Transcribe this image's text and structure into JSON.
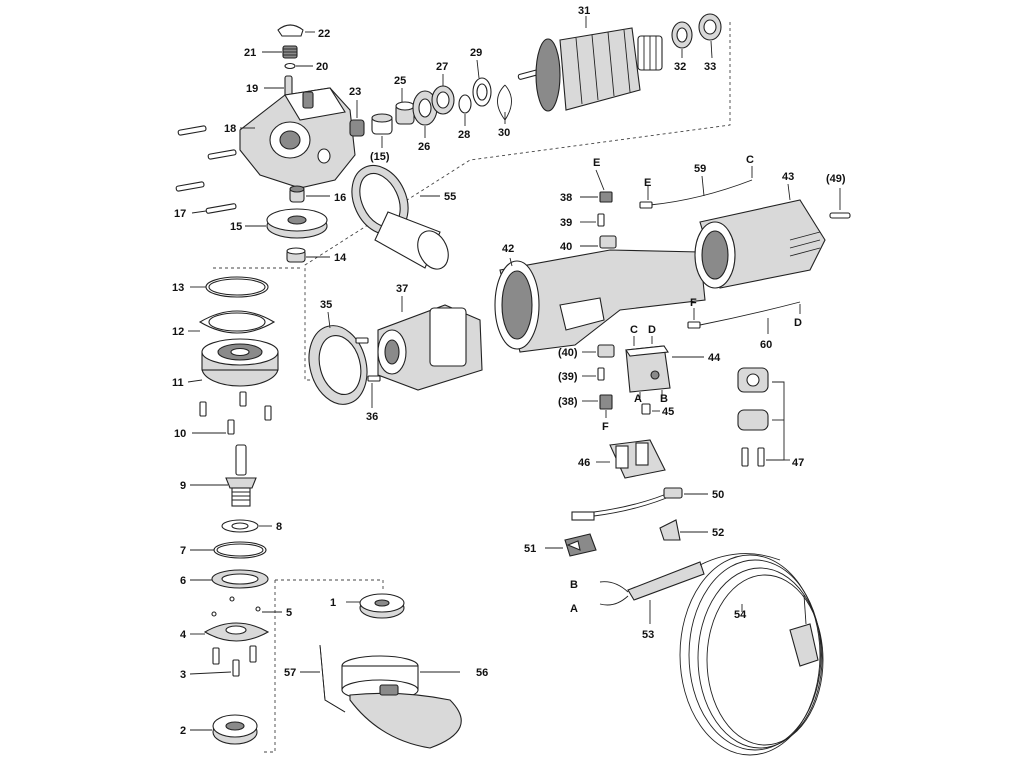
{
  "labels": {
    "p1": "1",
    "p2": "2",
    "p3": "3",
    "p4": "4",
    "p5": "5",
    "p6": "6",
    "p7": "7",
    "p8": "8",
    "p9": "9",
    "p10": "10",
    "p11": "11",
    "p12": "12",
    "p13": "13",
    "p14": "14",
    "p15": "15",
    "p15b": "(15)",
    "p16": "16",
    "p17": "17",
    "p18": "18",
    "p19": "19",
    "p20": "20",
    "p21": "21",
    "p22": "22",
    "p23": "23",
    "p25": "25",
    "p26": "26",
    "p27": "27",
    "p28": "28",
    "p29": "29",
    "p30": "30",
    "p31": "31",
    "p32": "32",
    "p33": "33",
    "p35": "35",
    "p36": "36",
    "p37": "37",
    "p38": "38",
    "p38b": "(38)",
    "p39": "39",
    "p39b": "(39)",
    "p40": "40",
    "p40b": "(40)",
    "p42": "42",
    "p43": "43",
    "p44": "44",
    "p45": "45",
    "p46": "46",
    "p47": "47",
    "p49b": "(49)",
    "p50": "50",
    "p51": "51",
    "p52": "52",
    "p53": "53",
    "p54": "54",
    "p55": "55",
    "p56": "56",
    "p57": "57",
    "p59": "59",
    "p60": "60"
  },
  "letters": {
    "e1": "E",
    "e2": "E",
    "c1": "C",
    "c2": "C",
    "d1": "D",
    "d2": "D",
    "f1": "F",
    "f2": "F",
    "a1": "A",
    "a2": "A",
    "b1": "B",
    "b2": "B"
  }
}
